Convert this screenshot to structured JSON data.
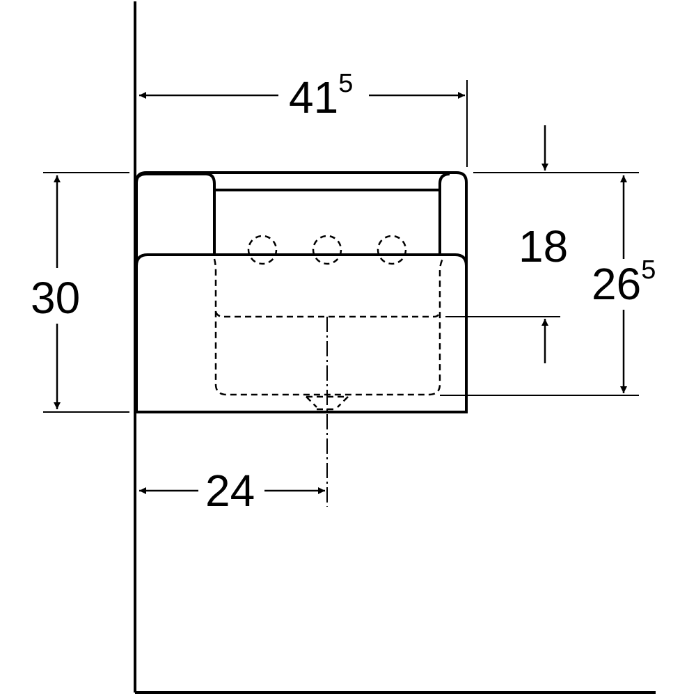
{
  "diagram": {
    "type": "dimension drawing, washbasin side view",
    "dimensions": {
      "width_top": {
        "main": "41",
        "sup": "5"
      },
      "height_total": {
        "main": "30",
        "sup": ""
      },
      "bowl_depth": {
        "main": "18",
        "sup": ""
      },
      "height_right": {
        "main": "26",
        "sup": "5"
      },
      "drain_offset": {
        "main": "24",
        "sup": ""
      }
    },
    "tap_holes": 3,
    "colors": {
      "line": "#000000",
      "background": "#ffffff"
    }
  }
}
